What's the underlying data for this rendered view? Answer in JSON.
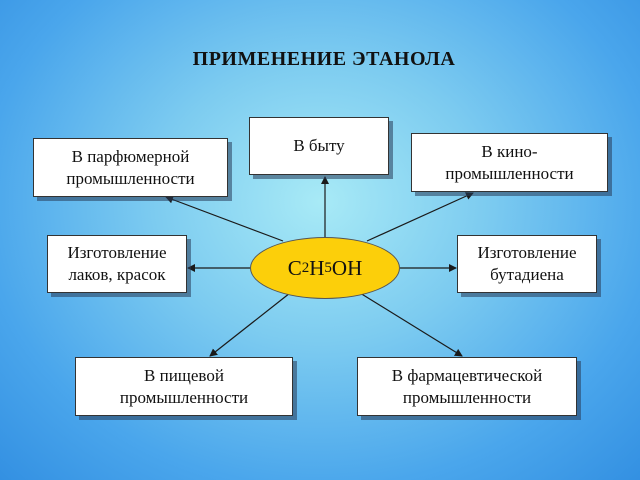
{
  "title": "ПРИМЕНЕНИЕ ЭТАНОЛА",
  "center": {
    "c": "C",
    "c_sub": "2",
    "h": "H",
    "h_sub": "5",
    "oh": "OH",
    "fill_color": "#fccf0a"
  },
  "boxes": {
    "byt": "В быту",
    "parfum": "В парфюмерной\nпромышленности",
    "kino": "В кино-\nпромышленности",
    "laki": "Изготовление\nлаков, красок",
    "butadien": "Изготовление\nбутадиена",
    "pisch": "В пищевой\nпромышленности",
    "farm": "В фармацевтической\nпромышленности"
  }
}
